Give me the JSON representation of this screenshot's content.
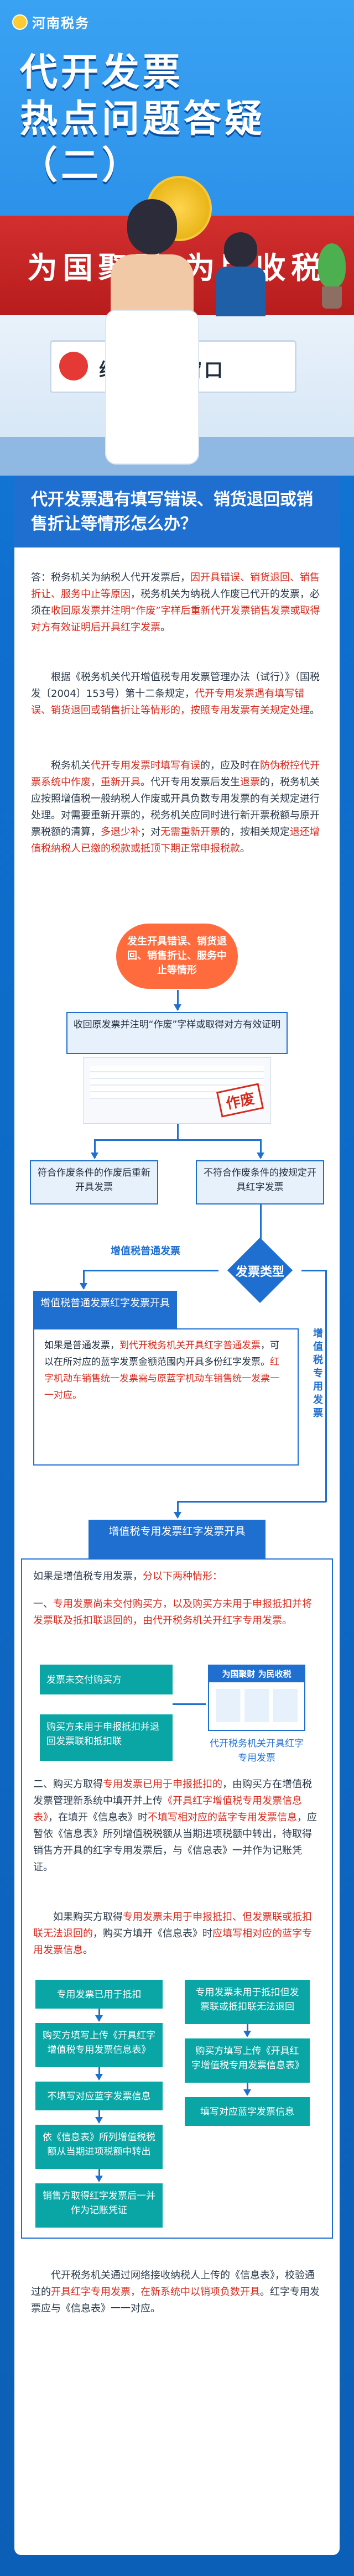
{
  "header": {
    "logo_text": "河南税务",
    "title_line1": "代开发票",
    "title_line2": "热点问题答疑（二）",
    "banner_text": "为国聚财 为民收税",
    "window_sign": "纳税服务窗口"
  },
  "question": "代开发票遇有填写错误、销货退回或销售折让等情形怎么办？",
  "answer": {
    "p1_a": "答：税务机关为纳税人代开发票后，",
    "p1_b": "因开具错误、销货退回、销售折让、服务中止等原因",
    "p1_c": "，税务机关为纳税人作废已代开的发票，必须在",
    "p1_d": "收回原发票并注明“作废”字样后重新代开发票销售发票或取得对方有效证明后开具红字发票",
    "p1_e": "。",
    "p2_a": "根据《税务机关代开增值税专用发票管理办法（试行）》（国税发〔2004〕153号）第十二条规定，",
    "p2_b": "代开专用发票遇有填写错误、销货退回或销售折让等情形的，按照专用发票有关规定处理",
    "p2_c": "。",
    "p3_a": "税务机关",
    "p3_b": "代开专用发票时填写有误",
    "p3_c": "的，应及时在",
    "p3_d": "防伪税控代开票系统中作废，重新开具",
    "p3_e": "。代开专用发票后发生",
    "p3_f": "退票",
    "p3_g": "的，税务机关应按照增值税一般纳税人作废或开具负数专用发票的有关规定进行处理",
    "p3_h": "。对需要重新开票的，税务机关应同时进行新开票税额与原开票税额的清算，",
    "p3_i": "多退少补",
    "p3_j": "；对",
    "p3_k": "无需重新开票",
    "p3_l": "的，按相关规定",
    "p3_m": "退还增值税纳税人已缴的税款或抵顶下期正常申报税款",
    "p3_n": "。"
  },
  "flow1": {
    "start": "发生开具错误、销货退回、销售折让、服务中止等情形",
    "step1": "收回原发票并注明“作废”字样或取得对方有效证明",
    "stamp": "作废",
    "left": "符合作废条件的作废后重新开具发票",
    "right": "不符合作废条件的按规定开具红字发票"
  },
  "flow2": {
    "diamond": "发票类型",
    "branch_left": "增值税普通发票",
    "branch_right": "增值税专用发票",
    "ordinary_header": "增值税普通发票红字发票开具",
    "ordinary_body_a": "如果是普通发票，",
    "ordinary_body_b": "到代开税务机关开具红字普通发票",
    "ordinary_body_c": "，可以在所对应的蓝字发票金额范围内开具多份红字发票。",
    "ordinary_body_d": "红字机动车销售统一发票需与原蓝字机动车销售统一发票一一对应。",
    "special_header": "增值税专用发票红字发票开具",
    "special_intro_a": "如果是增值税专用发票，",
    "special_intro_b": "分以下两种情形：",
    "case1_a": "一、",
    "case1_b": "专用发票尚未交付购买方，以及购买方未用于申报抵扣并将发票联及抵扣联退回的，由代开税务机关开红字专用发票。",
    "case1_box1": "发票未交付购买方",
    "case1_box2": "购买方未用于申报抵扣并退回发票联和抵扣联",
    "screen_title": "为国聚财 为民收税",
    "case1_caption": "代开税务机关开具红字专用发票",
    "case2_a": "二、购买方取得",
    "case2_b": "专用发票已用于申报抵扣的",
    "case2_c": "，由购买方在增值税发票管理新系统中填开并上传",
    "case2_d": "《开具红字增值税专用发票信息表》",
    "case2_e": "，在填开《信息表》时",
    "case2_f": "不填写相对应的蓝字专用发票信息",
    "case2_g": "，应暂依《信息表》所列增值税税额从当期进项税额中转出，待取得销售方开具的红字专用发票后，与《信息表》一并作为记账凭证。",
    "case2_h": "如果购买方取得",
    "case2_i": "专用发票未用于申报抵扣、但发票联或抵扣联无法退回的",
    "case2_j": "，购买方填开《信息表》时",
    "case2_k": "应填写相对应的蓝字专用发票信息",
    "case2_l": "。",
    "l1": "专用发票已用于抵扣",
    "l2": "购买方填写上传《开具红字增值税专用发票信息表》",
    "l3": "不填写对应蓝字发票信息",
    "l4": "依《信息表》所列增值税税额从当期进项税额中转出",
    "l5": "销售方取得红字发票后一并作为记账凭证",
    "r1": "专用发票未用于抵扣但发票联或抵扣联无法退回",
    "r2": "购买方填写上传《开具红字增值税专用发票信息表》",
    "r3": "填写对应蓝字发票信息"
  },
  "footer": {
    "a": "代开税务机关通过网络接收纳税人上传的《信息表》，校验通过的",
    "b": "开具红字专用发票，在新系统中以销项负数开具",
    "c": "。红字专用发票应与《信息表》一一对应。"
  },
  "colors": {
    "primary": "#1f6fd1",
    "accent": "#d52b1e",
    "cloud": "#ff6b3d",
    "teal": "#0aa6a6"
  }
}
